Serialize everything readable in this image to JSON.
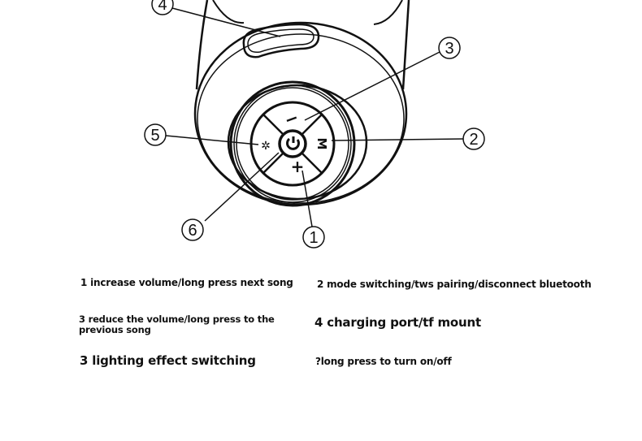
{
  "callouts": [
    "1",
    "2",
    "3",
    "4",
    "5",
    "6"
  ],
  "button_glyphs": {
    "minus": "−",
    "plus": "+",
    "mode": "M",
    "light": "✲"
  },
  "descriptions": {
    "item1": "1 increase volume/long press next song",
    "item2": "2 mode switching/tws pairing/disconnect bluetooth",
    "item3a": "3 reduce the volume/long press to the previous song",
    "item4": "4 charging port/tf mount",
    "item3b": "3 lighting effect switching",
    "item6": "?long press to turn on/off"
  }
}
